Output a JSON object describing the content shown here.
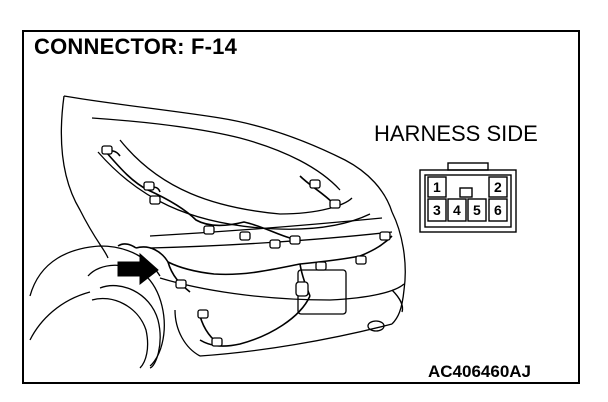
{
  "diagram": {
    "title": "CONNECTOR: F-14",
    "view_label": "HARNESS SIDE",
    "reference_code": "AC406460AJ",
    "connector": {
      "pins_top": [
        "1",
        "2"
      ],
      "pins_bottom": [
        "3",
        "4",
        "5",
        "6"
      ]
    },
    "arrow_color": "#000000"
  }
}
